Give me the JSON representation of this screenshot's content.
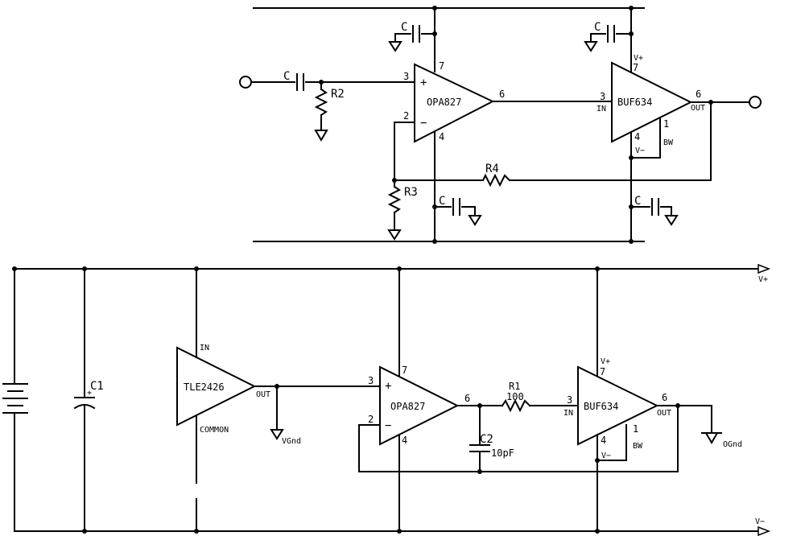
{
  "top_circuit": {
    "c_in": "C",
    "r2": "R2",
    "r3": "R3",
    "r4": "R4",
    "c_decouple": "C",
    "opamp": {
      "name": "OPA827",
      "pin_plus": "3",
      "pin_minus": "2",
      "pin_out": "6",
      "pin_vp": "7",
      "pin_vn": "4",
      "plus_sign": "+",
      "minus_sign": "−"
    },
    "buffer": {
      "name": "BUF634",
      "pin_in": "3",
      "in_label": "IN",
      "pin_out": "6",
      "out_label": "OUT",
      "pin_vp": "7",
      "vp_label": "V+",
      "pin_vn": "4",
      "vn_label": "V−",
      "pin_bw": "1",
      "bw_label": "BW"
    }
  },
  "bottom_circuit": {
    "c1": "C1",
    "c2": "C2",
    "c2_value": "10pF",
    "r1": "R1",
    "r1_value": "100",
    "vplus": "V+",
    "vminus": "V−",
    "vgnd": "VGnd",
    "ognd": "OGnd",
    "regulator": {
      "name": "TLE2426",
      "in_label": "IN",
      "out_label": "OUT",
      "common_label": "COMMON"
    },
    "opamp": {
      "name": "OPA827",
      "pin_plus": "3",
      "pin_minus": "2",
      "pin_out": "6",
      "pin_vp": "7",
      "pin_vn": "4",
      "plus_sign": "+",
      "minus_sign": "−"
    },
    "buffer": {
      "name": "BUF634",
      "pin_in": "3",
      "in_label": "IN",
      "pin_out": "6",
      "out_label": "OUT",
      "pin_vp": "7",
      "vp_label": "V+",
      "pin_vn": "4",
      "vn_label": "V−",
      "pin_bw": "1",
      "bw_label": "BW"
    }
  }
}
